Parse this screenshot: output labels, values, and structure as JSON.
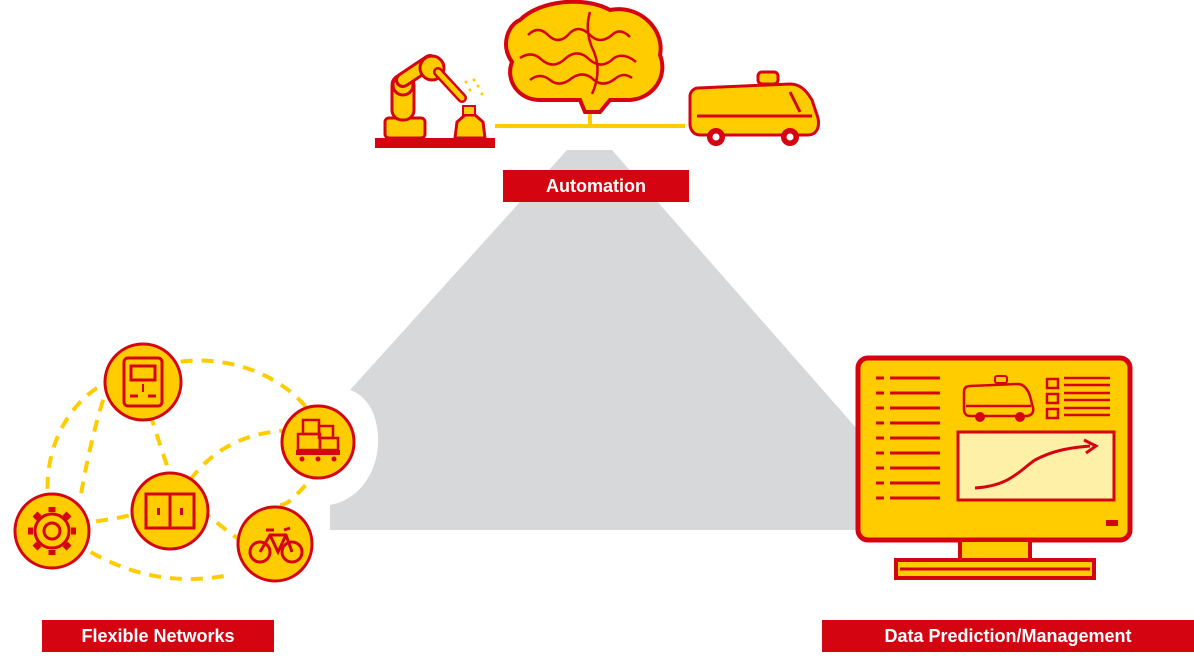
{
  "labels": {
    "automation": "Automation",
    "flexible_networks": "Flexible Networks",
    "data_prediction": "Data Prediction/Management"
  },
  "colors": {
    "red": "#d40511",
    "yellow": "#ffcc00",
    "light_yellow": "#fff0a8",
    "gray": "#d7d8da",
    "dash": "#ffcc00"
  },
  "icons": {
    "automation_group": [
      "robot-arm-icon",
      "brain-icon",
      "delivery-van-icon"
    ],
    "network_nodes": [
      "bus-icon",
      "pallet-boxes-icon",
      "parcel-locker-icon",
      "gear-icon",
      "bicycle-icon"
    ],
    "monitor": [
      "monitor-icon",
      "van-icon",
      "checklist-icon",
      "growth-chart-icon"
    ]
  }
}
